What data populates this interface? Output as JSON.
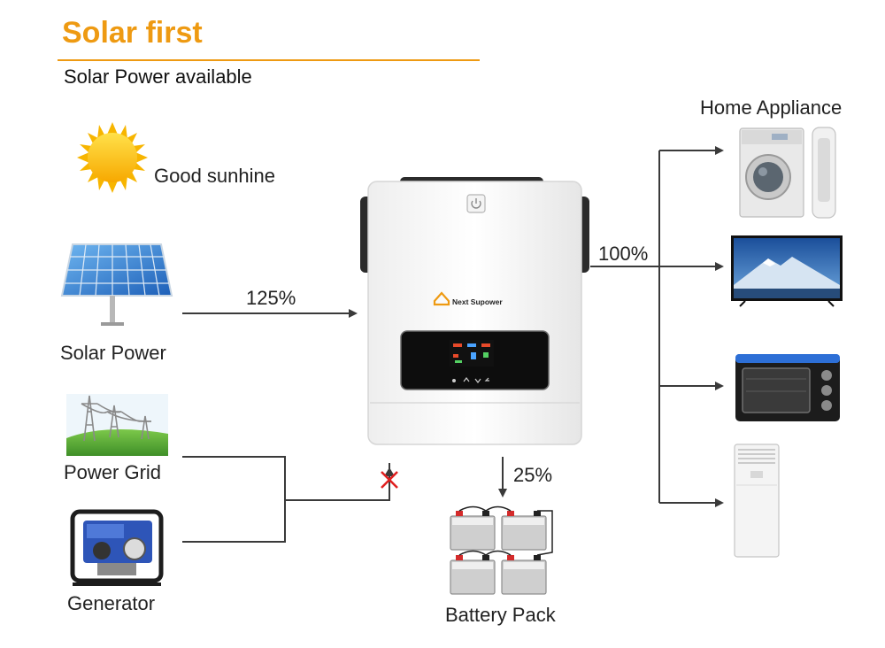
{
  "header": {
    "title": "Solar first",
    "subtitle": "Solar Power available"
  },
  "sources": {
    "sun_label": "Good sunhine",
    "solar_label": "Solar Power",
    "grid_label": "Power Grid",
    "generator_label": "Generator"
  },
  "flows": {
    "solar_in_pct": "125%",
    "appliance_out_pct": "100%",
    "battery_pct": "25%"
  },
  "inverter": {
    "brand": "Next Supower"
  },
  "outputs": {
    "home_label": "Home Appliance",
    "battery_label": "Battery Pack"
  },
  "colors": {
    "accent": "#ee9a12",
    "line": "#3a3a3a",
    "blocked": "#e02020"
  }
}
